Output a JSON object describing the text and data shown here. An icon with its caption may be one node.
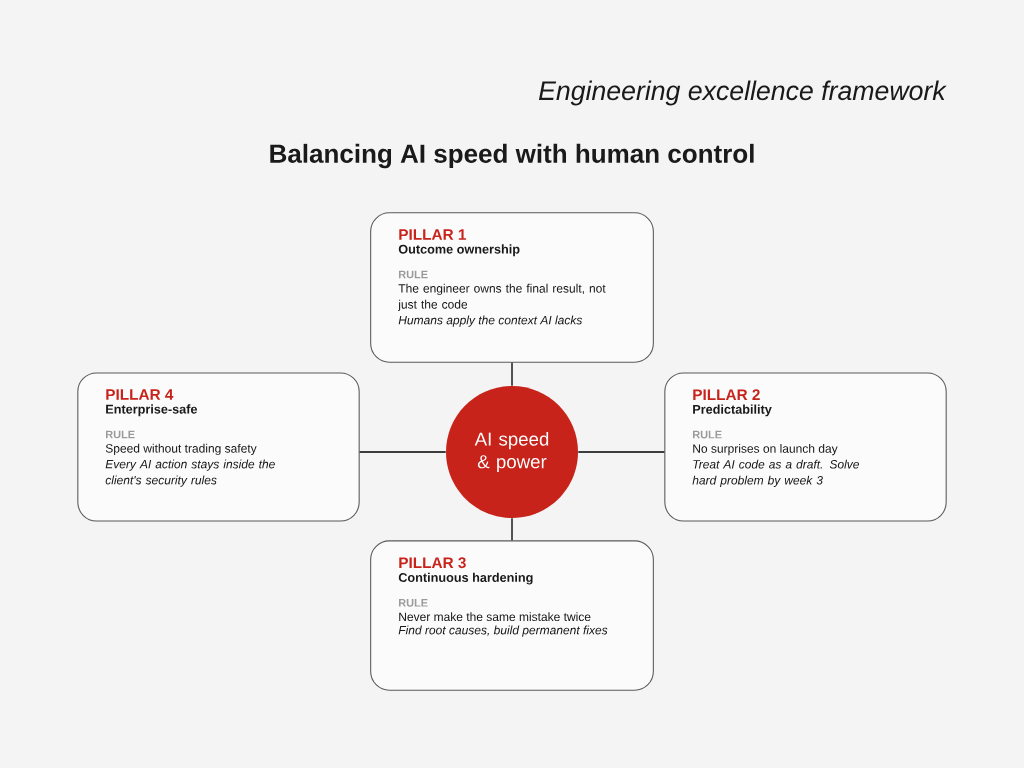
{
  "diagram": {
    "title": "Balancing AI speed with human control",
    "nodes": [
      {
        "text": [
          "PILLAR 1",
          "Outcome ownership",
          "RULE",
          "The engineer owns the final result, not just the code",
          "Humans apply the context AI lacks"
        ]
      },
      {
        "text": [
          "PILLAR 4",
          "Enterprise-safe",
          "RULE",
          "Speed without trading safety",
          "Every AI action stays inside the client's security rules"
        ]
      },
      {
        "text": [
          "AI speed & power"
        ]
      },
      {
        "text": [
          "PILLAR 2",
          "Predictability",
          "RULE",
          "No surprises on launch day",
          "Treat AI code as a draft. Solve hard problem by week 3"
        ]
      },
      {
        "text": [
          "PILLAR 3",
          "Continuous hardening",
          "RULE",
          "Never make the same mistake twice",
          "Find root causes, build permanent fixes"
        ]
      }
    ],
    "edges": [
      {
        "from": 2,
        "to": 0,
        "arrow": "none"
      },
      {
        "from": 2,
        "to": 1,
        "arrow": "none"
      },
      {
        "from": 2,
        "to": 3,
        "arrow": "none"
      },
      {
        "from": 2,
        "to": 4,
        "arrow": "none"
      }
    ],
    "labels": [
      "Engineering excellence framework"
    ]
  }
}
